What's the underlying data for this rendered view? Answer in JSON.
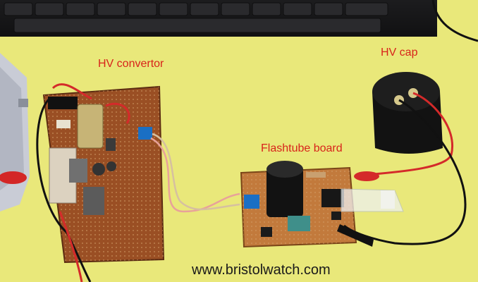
{
  "labels": {
    "hv_convertor": "HV convertor",
    "hv_cap": "HV cap",
    "flashtube_board": "Flashtube board",
    "website": "www.bristolwatch.com"
  },
  "colors": {
    "background": "#e9e87a",
    "label_red": "#d8231b",
    "pcb_brown": "#9a4f24",
    "wire_red": "#d42a2a",
    "wire_black": "#111111",
    "capacitor": "#121212"
  }
}
